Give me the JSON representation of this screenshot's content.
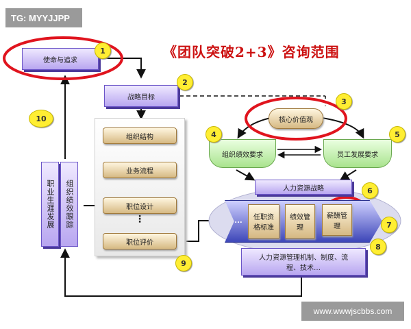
{
  "tag": "TG: MYYJJPP",
  "title": "《团队突破2+3》咨询范围",
  "watermark": "www.wwwjscbbs.com",
  "nodes": {
    "mission": "使命与追求",
    "strategy": "战略目标",
    "core_values": "核心价值观",
    "org_perf": "组织绩效要求",
    "staff_dev": "员工发展要求",
    "org_structure": "组织结构",
    "business_process": "业务流程",
    "position_design": "职位设计",
    "dots": "⋮",
    "position_eval": "职位评价",
    "career": "职业生涯发展",
    "perf_track": "组织绩效跟踪",
    "hr_strategy": "人力资源战略",
    "ellipsis": "...",
    "qualification": "任职资格标准",
    "perf_mgmt": "绩效管理",
    "comp_mgmt": "薪酬管理",
    "hr_mechanism": "人力资源管理机制、制度、流程、技术…"
  },
  "numbers": [
    "1",
    "2",
    "3",
    "4",
    "5",
    "6",
    "7",
    "8",
    "9",
    "10"
  ],
  "colors": {
    "title": "#cc1111",
    "highlight_ring": "#e0141e",
    "badge": "#ffee33"
  }
}
